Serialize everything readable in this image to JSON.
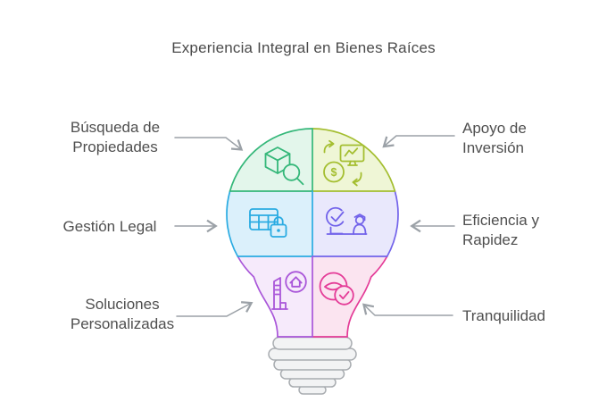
{
  "title": "Experiencia Integral en Bienes Raíces",
  "callouts": {
    "left": [
      {
        "lines": [
          "Búsqueda de",
          "Propiedades"
        ]
      },
      {
        "lines": [
          "Gestión Legal"
        ]
      },
      {
        "lines": [
          "Soluciones",
          "Personalizadas"
        ]
      }
    ],
    "right": [
      {
        "lines": [
          "Apoyo de",
          "Inversión"
        ]
      },
      {
        "lines": [
          "Eficiencia y",
          "Rapidez"
        ]
      },
      {
        "lines": [
          "Tranquilidad"
        ]
      }
    ]
  },
  "bulb": {
    "sections": {
      "top_left": {
        "icon": "cube-search-icon",
        "fill": "#e3f6eb",
        "stroke": "#34b779"
      },
      "top_right": {
        "icon": "investment-cycle-icon",
        "fill": "#eff6d6",
        "stroke": "#a4be30"
      },
      "middle_left": {
        "icon": "table-lock-icon",
        "fill": "#dbf0fb",
        "stroke": "#2aabe2"
      },
      "middle_right": {
        "icon": "graduate-check-icon",
        "fill": "#e9e8fc",
        "stroke": "#7263ea"
      },
      "bottom_left": {
        "icon": "building-home-icon",
        "fill": "#f6eafb",
        "stroke": "#a956d9"
      },
      "bottom_right": {
        "icon": "handshake-check-icon",
        "fill": "#fbe4f0",
        "stroke": "#e43b97"
      }
    },
    "base": {
      "fill": "#f2f3f4",
      "stroke": "#a8acb0"
    }
  },
  "icons": {
    "dollar_glyph": "$"
  },
  "colors": {
    "arrow": "#9ba1a7"
  }
}
